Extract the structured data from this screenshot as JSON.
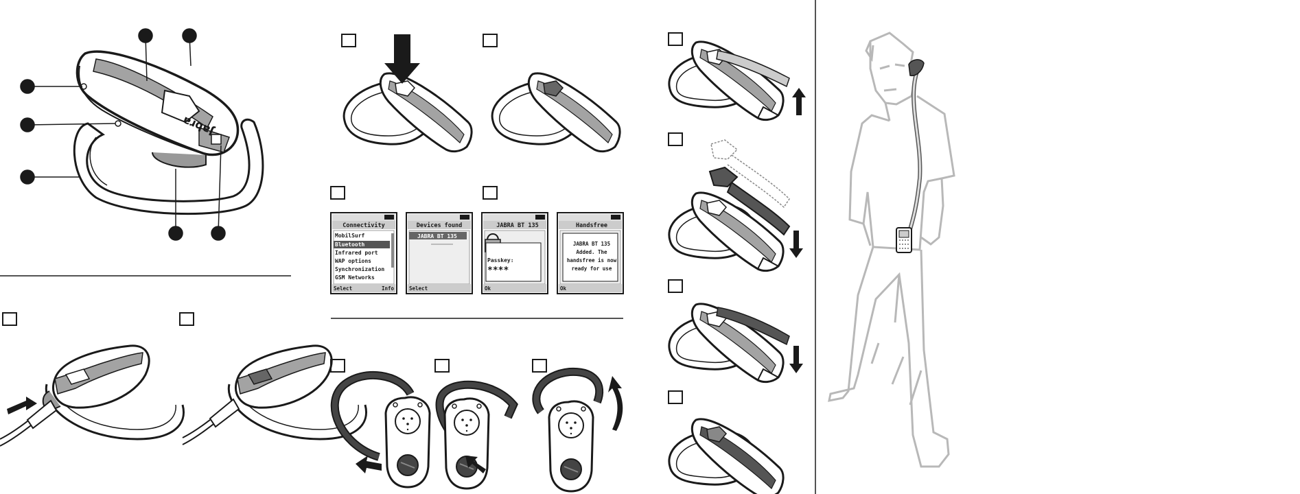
{
  "headset_brand": "Jabra",
  "screens": [
    {
      "title": "Connectivity",
      "items": [
        "MobilSurf",
        "Bluetooth",
        "Infrared port",
        "WAP options",
        "Synchronization",
        "GSM Networks"
      ],
      "selected": "Bluetooth",
      "soft_left": "Select",
      "soft_right": "Info"
    },
    {
      "title": "Devices found",
      "device": "JABRA BT 135",
      "soft_left": "Select",
      "soft_right": ""
    },
    {
      "title": "JABRA BT 135",
      "passkey_label": "Passkey:",
      "passkey_value": "****",
      "soft_left": "Ok",
      "soft_right": ""
    },
    {
      "title": "Handsfree",
      "dialog_lines": [
        "JABRA BT 135",
        "Added. The",
        "handsfree is now",
        "ready for use"
      ],
      "soft_left": "Ok",
      "soft_right": ""
    }
  ],
  "colors": {
    "line": "#1a1a1a",
    "stripe": "#a3a3a3",
    "dark_part": "#555555",
    "callout": "#1a1a1a",
    "figure": "#b8b8b8"
  }
}
